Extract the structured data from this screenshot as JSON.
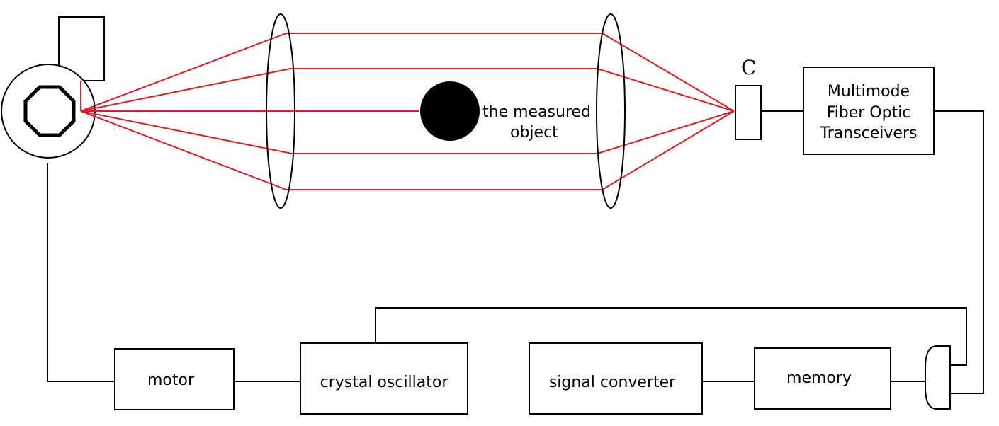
{
  "labels": {
    "measured_object_line1": "the measured",
    "measured_object_line2": "object",
    "detector_c": "C",
    "transceiver_line1": "Multimode",
    "transceiver_line2": "Fiber Optic",
    "transceiver_line3": "Transceivers",
    "motor": "motor",
    "crystal_oscillator": "crystal oscillator",
    "signal_converter": "signal converter",
    "memory": "memory"
  },
  "colors": {
    "laser_ray": "#e8191f",
    "lines": "#000000",
    "background": "#ffffff"
  },
  "icons": [
    "rotating-polygon-mirror-icon",
    "laser-source-icon",
    "lens-icon",
    "and-gate-icon"
  ]
}
